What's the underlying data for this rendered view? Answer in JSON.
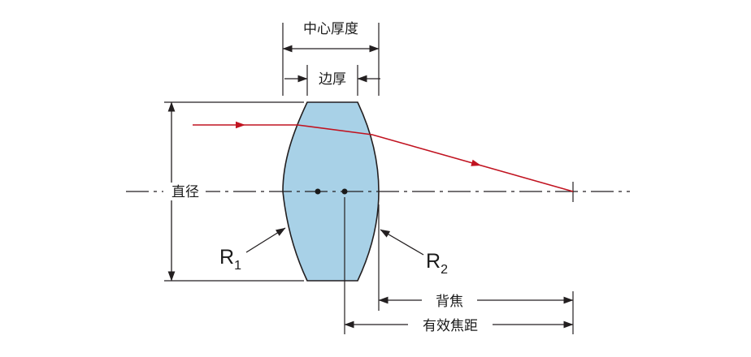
{
  "diagram": {
    "labels": {
      "center_thickness": "中心厚度",
      "edge_thickness": "边厚",
      "diameter": "直径",
      "r1_base": "R",
      "r1_sub": "1",
      "r2_base": "R",
      "r2_sub": "2",
      "back_focal_distance": "背焦",
      "effective_focal_length": "有效焦距"
    },
    "colors": {
      "lens_fill": "#a8d1e7",
      "lens_stroke": "#231f20",
      "dimension_line": "#231f20",
      "ray": "#c11320",
      "background": "#ffffff"
    }
  }
}
